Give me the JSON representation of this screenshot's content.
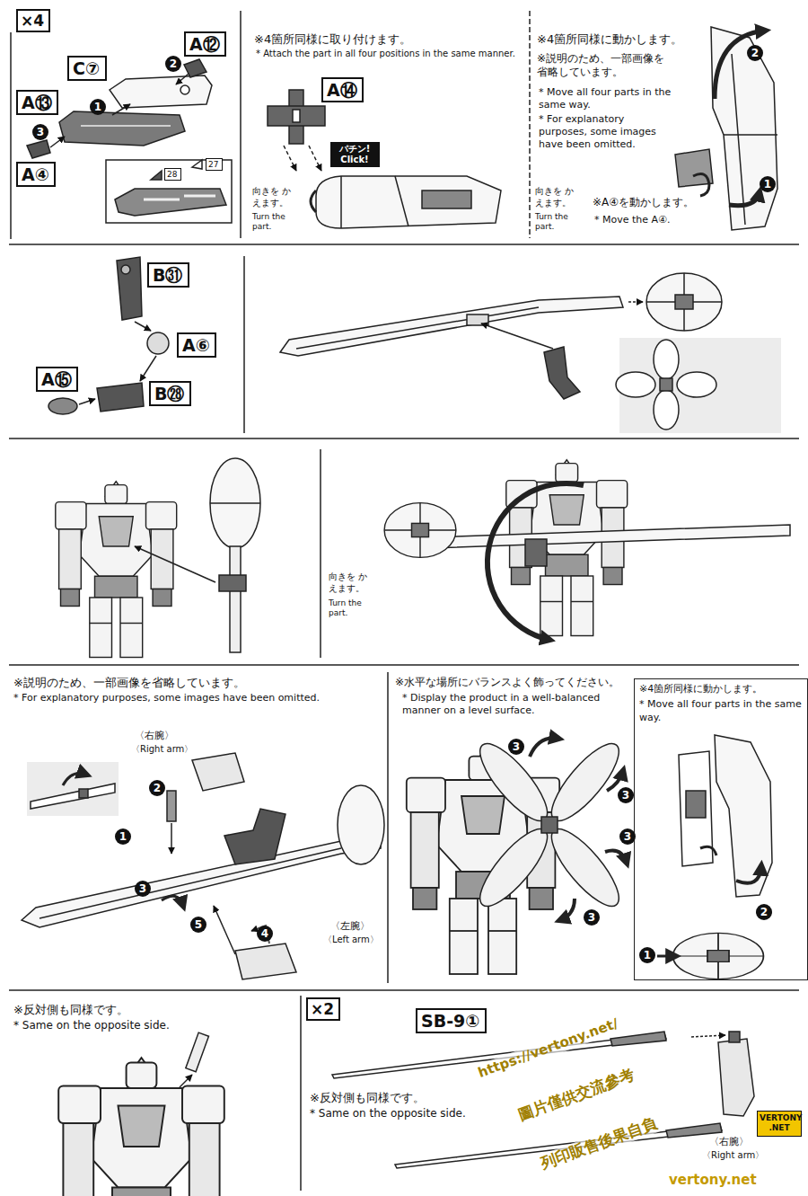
{
  "diagram": {
    "nodes": [
      {
        "text": [
          "×4"
        ]
      },
      {
        "text": [
          "A⑫"
        ]
      },
      {
        "text": [
          "C⑦"
        ]
      },
      {
        "text": [
          "A⑬"
        ]
      },
      {
        "text": [
          "A④"
        ]
      },
      {
        "text": [
          "28"
        ]
      },
      {
        "text": [
          "27"
        ]
      },
      {
        "text": [
          "A⑭"
        ]
      },
      {
        "text": [
          "パチン! Click!"
        ]
      },
      {
        "text": [
          "B㉛"
        ]
      },
      {
        "text": [
          "A⑥"
        ]
      },
      {
        "text": [
          "A⑮"
        ]
      },
      {
        "text": [
          "B㉘"
        ]
      },
      {
        "text": [
          "※4箇所同様に動かします。",
          "* Move all four parts in the same way."
        ]
      },
      {
        "text": [
          "×2"
        ]
      },
      {
        "text": [
          "SB-9①"
        ]
      }
    ],
    "labels": [
      "2",
      "1",
      "3",
      "※4箇所同様に取り付けます。",
      "* Attach the part in all four positions in the same manner.",
      "向きを かえます。",
      "Turn the part.",
      "※4箇所同様に動かします。",
      "※説明のため、一部画像を 省略しています。",
      "* Move all four parts in the same way.",
      "* For explanatory purposes, some images have been omitted.",
      "向きを かえます。",
      "Turn the part.",
      "※A④を動かします。",
      "* Move the A④.",
      "2",
      "1",
      "向きを かえます。",
      "Turn the part.",
      "※説明のため、一部画像を省略しています。",
      "* For explanatory purposes, some images have been omitted.",
      "〈右腕〉",
      "〈Right arm〉",
      "2",
      "1",
      "3",
      "5",
      "4",
      "〈左腕〉",
      "〈Left arm〉",
      "※水平な場所にバランスよく飾ってください。",
      "* Display the product in a well-balanced manner on a level surface.",
      "3",
      "3",
      "3",
      "3",
      "2",
      "1",
      "※反対側も同様です。",
      "* Same on the opposite side.",
      "※反対側も同様です。",
      "* Same on the opposite side.",
      "〈右腕〉",
      "〈Right arm〉",
      "https://vertony.net/",
      "圖片僅供交流參考",
      "列印販售後果自負",
      "VERTONY .NET",
      "vertony.net"
    ]
  }
}
